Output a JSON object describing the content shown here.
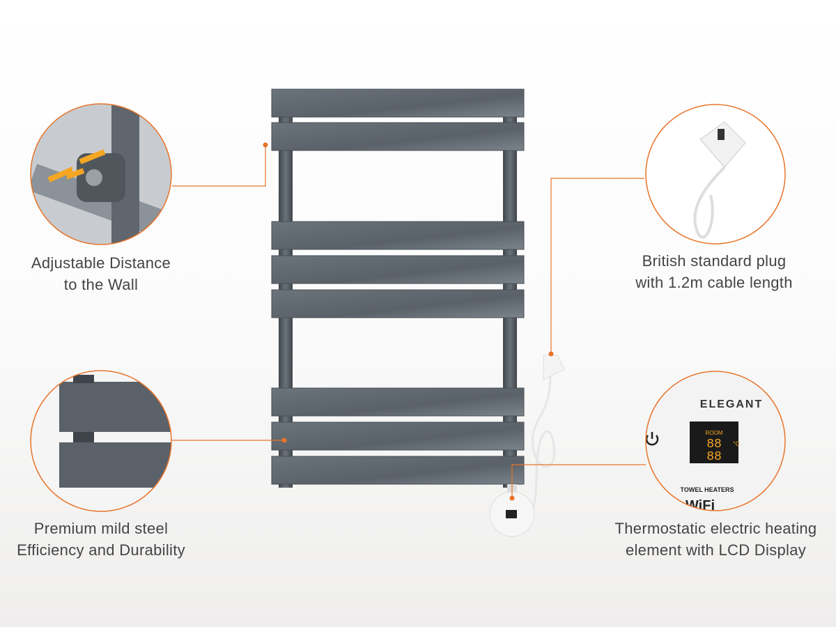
{
  "colors": {
    "accent": "#e8742a",
    "steel": "#5d646b",
    "background": "#f7f7f7"
  },
  "features": [
    {
      "id": "wall-distance",
      "line1": "Adjustable Distance",
      "line2": "to the Wall"
    },
    {
      "id": "mild-steel",
      "line1": "Premium mild steel",
      "line2": "Efficiency and Durability"
    },
    {
      "id": "plug",
      "line1": "British standard plug",
      "line2": "with 1.2m cable length"
    },
    {
      "id": "thermostat",
      "line1": "Thermostatic electric heating",
      "line2": "element with LCD Display"
    }
  ],
  "thermostat_display": {
    "brand": "ELEGANT",
    "room_label": "ROOM",
    "digits_top": "88",
    "digits_bottom": "88",
    "unit": "°C",
    "product_label": "TOWEL HEATERS",
    "wifi_label": "WiFi"
  }
}
